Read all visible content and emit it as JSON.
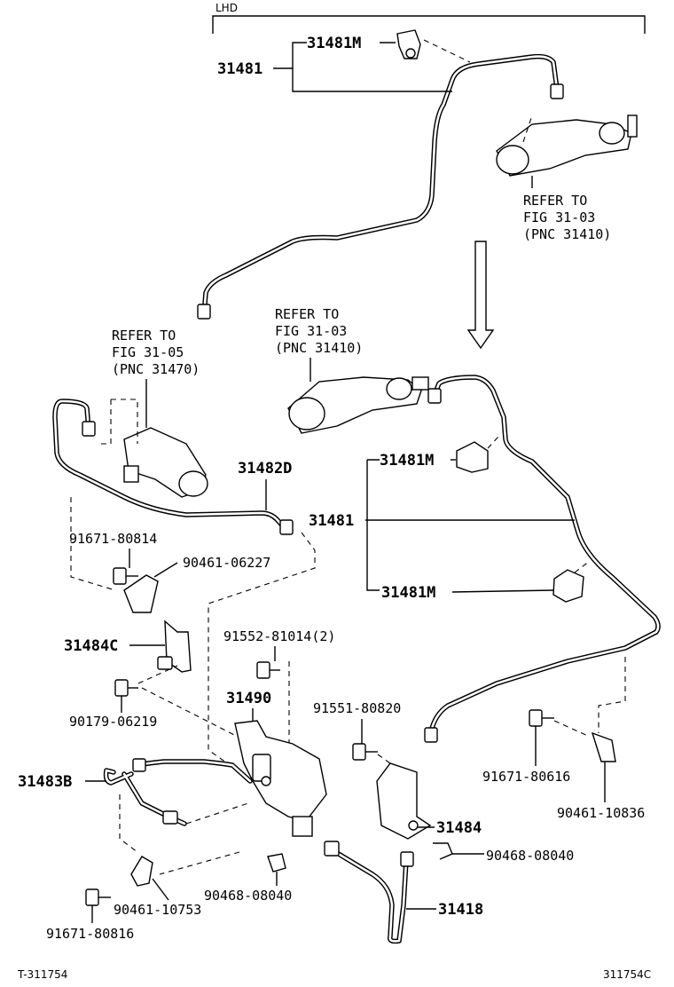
{
  "header": {
    "variant": "LHD"
  },
  "footer": {
    "left": "T-311754",
    "right": "311754C"
  },
  "refs": {
    "top_right": [
      "REFER TO",
      "FIG 31-03",
      "(PNC 31410)"
    ],
    "middle": [
      "REFER TO",
      "FIG 31-03",
      "(PNC 31410)"
    ],
    "left": [
      "REFER TO",
      "FIG 31-05",
      "(PNC 31470)"
    ]
  },
  "parts": {
    "p31481m_top": "31481M",
    "p31481_top": "31481",
    "p31482d": "31482D",
    "p91671_80814": "91671-80814",
    "p90461_06227": "90461-06227",
    "p31481m_mid1": "31481M",
    "p31481_mid": "31481",
    "p31481m_mid2": "31481M",
    "p31484c": "31484C",
    "p91552": "91552-81014(2)",
    "p90179": "90179-06219",
    "p31490": "31490",
    "p91551": "91551-80820",
    "p31483b": "31483B",
    "p91671_80616": "91671-80616",
    "p31484": "31484",
    "p90461_10836": "90461-10836",
    "p90468_a": "90468-08040",
    "p90468_b": "90468-08040",
    "p90461_10753": "90461-10753",
    "p31418": "31418",
    "p91671_80816": "91671-80816"
  }
}
